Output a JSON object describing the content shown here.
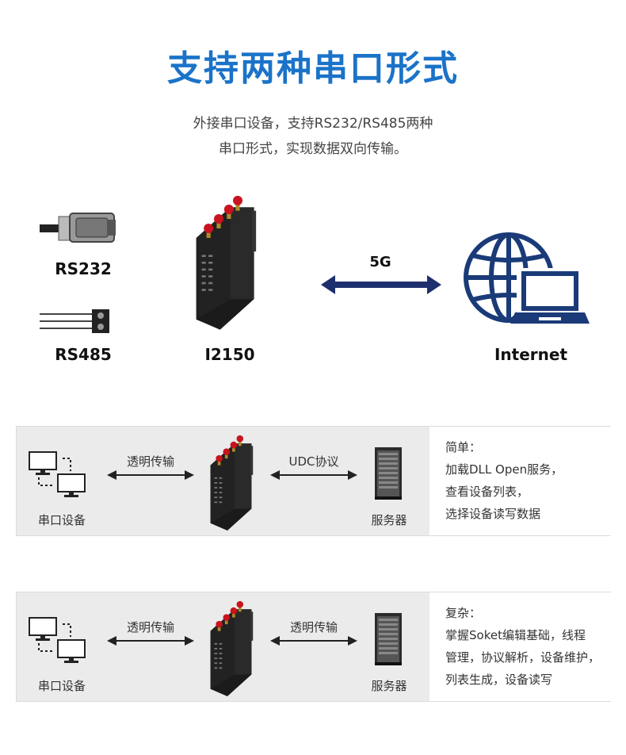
{
  "header": {
    "title": "支持两种串口形式",
    "subtitle_line1": "外接串口设备，支持RS232/RS485两种",
    "subtitle_line2": "串口形式，实现数据双向传输。"
  },
  "diagram": {
    "rs232_label": "RS232",
    "rs485_label": "RS485",
    "device_label": "I2150",
    "link_label": "5G",
    "internet_label": "Internet",
    "colors": {
      "arrow": "#1e2f6e",
      "globe": "#1a3a78",
      "antenna": "#c8141e"
    }
  },
  "panel_simple": {
    "left_device_label": "串口设备",
    "arrow1_label": "透明传输",
    "arrow2_label": "UDC协议",
    "server_label": "服务器",
    "desc_lines": [
      "简单：",
      "加载DLL Open服务，",
      "查看设备列表，",
      "选择设备读写数据"
    ]
  },
  "panel_complex": {
    "left_device_label": "串口设备",
    "arrow1_label": "透明传输",
    "arrow2_label": "透明传输",
    "server_label": "服务器",
    "desc_lines": [
      "复杂：",
      "掌握Soket编辑基础，线程",
      "管理，协议解析，设备维护，",
      "列表生成，设备读写"
    ]
  }
}
